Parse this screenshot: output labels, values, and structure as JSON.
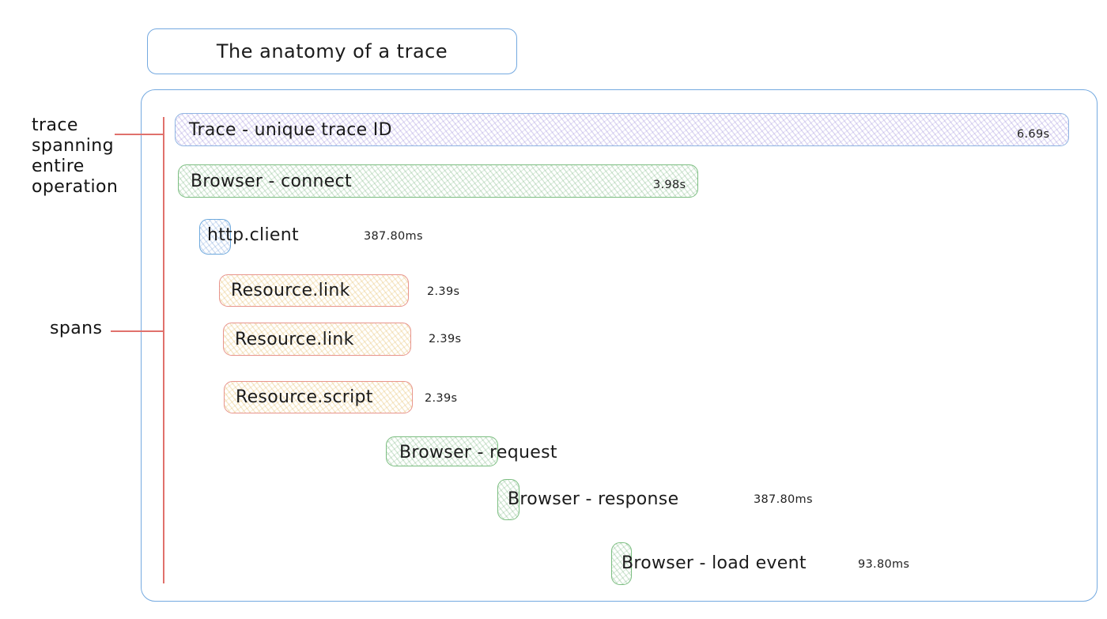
{
  "title": "The anatomy of a trace",
  "annotations": {
    "trace_label_lines": [
      "trace",
      "spanning",
      "entire",
      "operation"
    ],
    "spans_label": "spans"
  },
  "spans": [
    {
      "label": "Trace - unique trace ID",
      "duration": "6.69s",
      "color": "purple"
    },
    {
      "label": "Browser - connect",
      "duration": "3.98s",
      "color": "green"
    },
    {
      "label": "http.client",
      "duration": "387.80ms",
      "color": "blue"
    },
    {
      "label": "Resource.link",
      "duration": "2.39s",
      "color": "yellow"
    },
    {
      "label": "Resource.link",
      "duration": "2.39s",
      "color": "yellow"
    },
    {
      "label": "Resource.script",
      "duration": "2.39s",
      "color": "yellow"
    },
    {
      "label": "Browser - request",
      "color": "green"
    },
    {
      "label": "Browser - response",
      "duration": "387.80ms",
      "color": "green"
    },
    {
      "label": "Browser - load event",
      "duration": "93.80ms",
      "color": "green"
    }
  ],
  "colors": {
    "outline_blue": "#74a9e0",
    "annotation_red": "#e0716c",
    "purple_border": "#8fb4e2",
    "green_border": "#7cbe81",
    "yellow_border": "#e8958d",
    "blue_border": "#6ea9dd",
    "text": "#1b1b1b"
  }
}
